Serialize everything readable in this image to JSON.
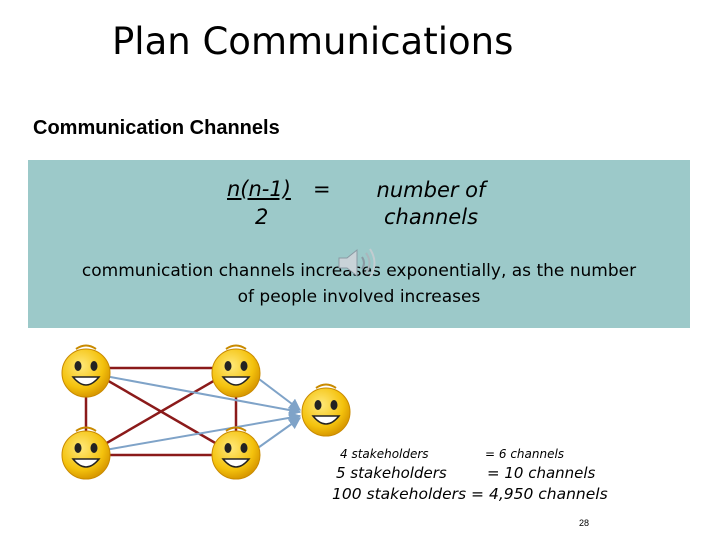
{
  "slide": {
    "title": "Plan Communications",
    "subtitle": "Communication Channels",
    "formula": {
      "numerator": "n(n-1)",
      "equals": "=",
      "denominator": "2",
      "result_line1": "number of",
      "result_line2": "channels"
    },
    "note_line1": "communication channels increases exponentially, as the number",
    "note_line2": "of people involved increases",
    "examples": {
      "row1_left": "4 stakeholders",
      "row1_right": "= 6 channels",
      "row2_left": "5 stakeholders",
      "row2_right": "= 10 channels",
      "row3": "100 stakeholders = 4,950 channels"
    },
    "page_number": "28"
  },
  "colors": {
    "box_bg": "#9cc9c9",
    "line_dark_red": "#8b1a1a",
    "line_blue": "#7fa3c8",
    "smiley_face": "#f4c20d"
  },
  "icons": [
    "speaker-icon",
    "smiley-icon"
  ]
}
